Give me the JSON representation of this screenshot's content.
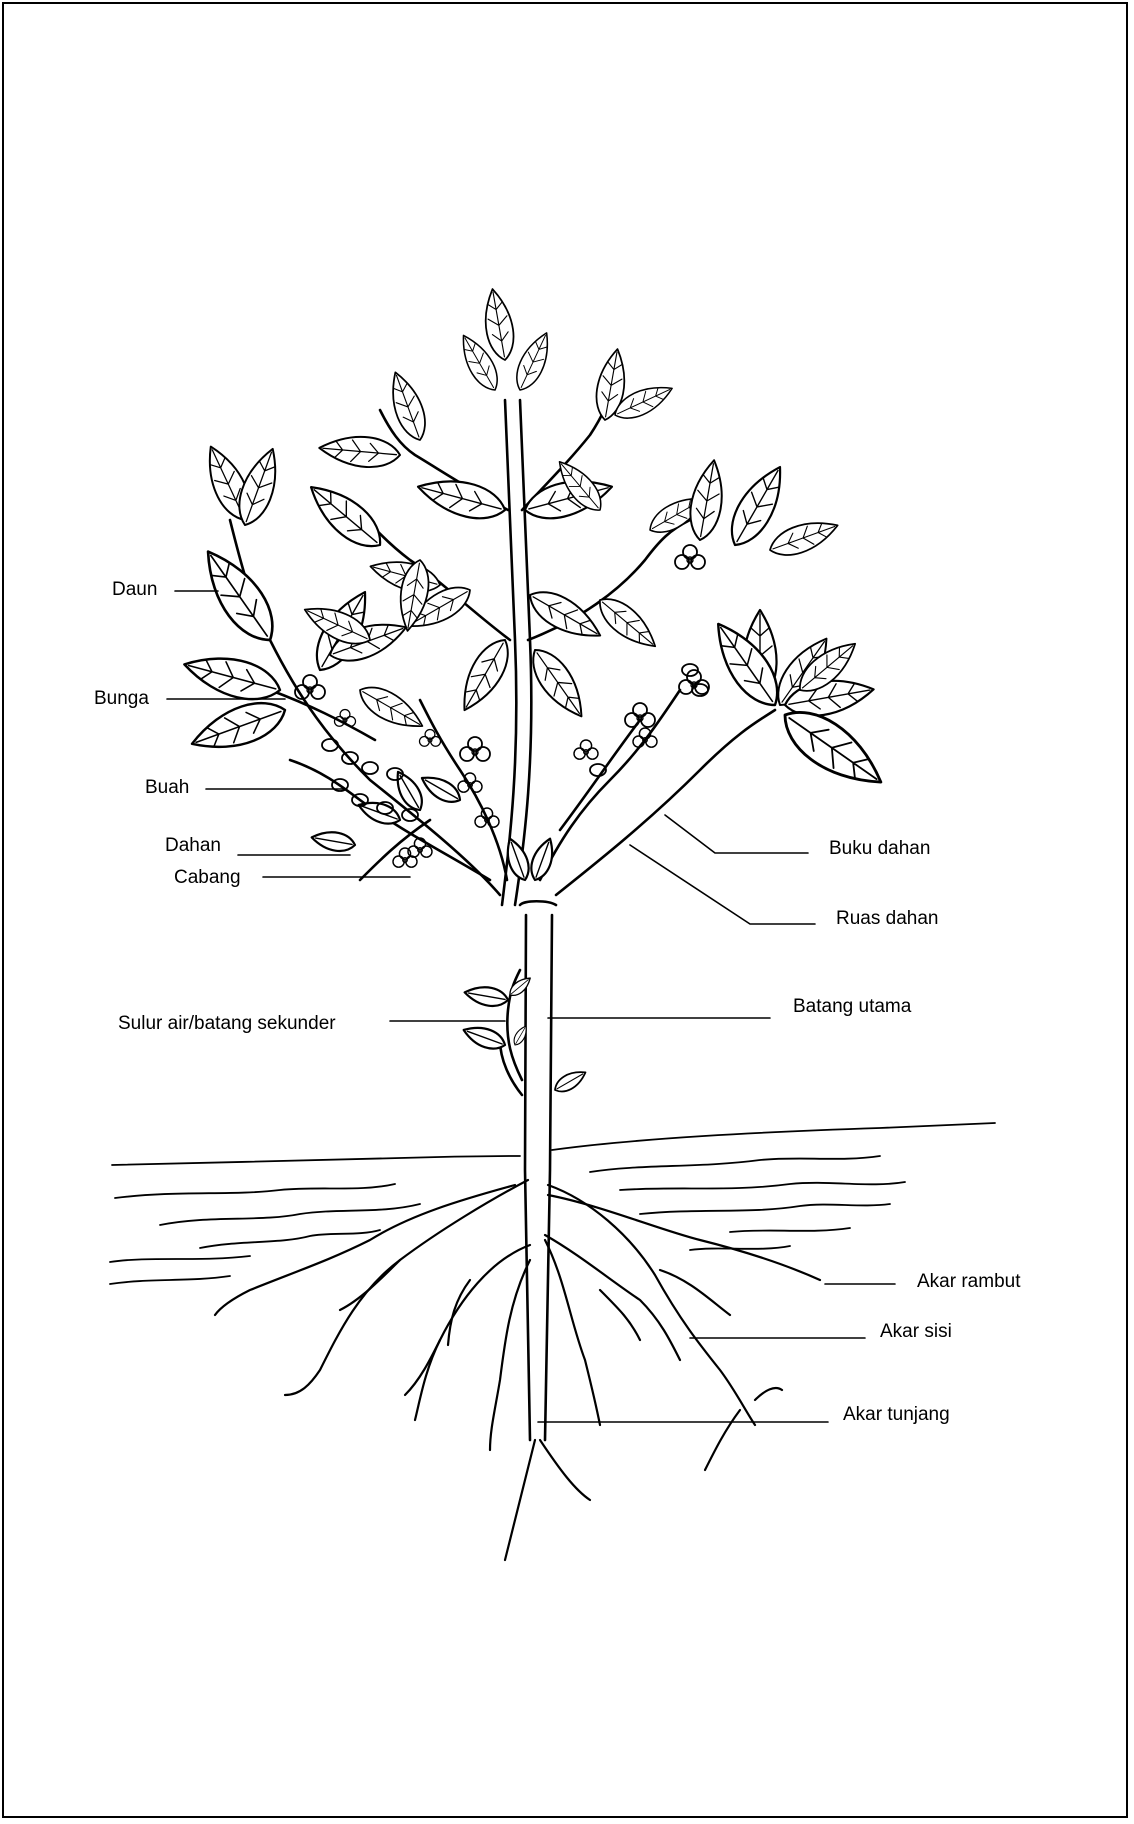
{
  "labels": {
    "daun": "Daun",
    "bunga": "Bunga",
    "buah": "Buah",
    "dahan": "Dahan",
    "cabang": "Cabang",
    "sulur": "Sulur air/batang sekunder",
    "buku_dahan": "Buku dahan",
    "ruas_dahan": "Ruas dahan",
    "batang_utama": "Batang utama",
    "akar_rambut": "Akar rambut",
    "akar_sisi": "Akar sisi",
    "akar_tunjang": "Akar tunjang"
  }
}
